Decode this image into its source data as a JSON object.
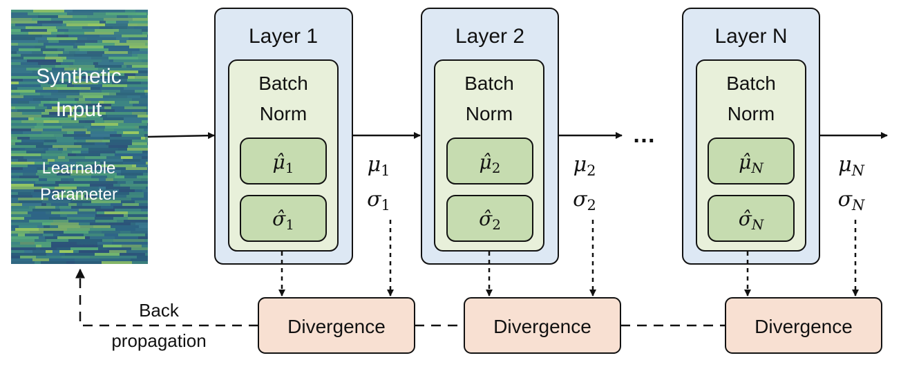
{
  "synthetic_input": {
    "title_line1": "Synthetic",
    "title_line2": "Input",
    "caption_line1": "Learnable",
    "caption_line2": "Parameter"
  },
  "layers": [
    {
      "title": "Layer 1",
      "bn_line1": "Batch",
      "bn_line2": "Norm",
      "mu_hat": "μ̂",
      "sigma_hat": "σ̂",
      "index": "1",
      "mu": "μ",
      "sigma": "σ"
    },
    {
      "title": "Layer 2",
      "bn_line1": "Batch",
      "bn_line2": "Norm",
      "mu_hat": "μ̂",
      "sigma_hat": "σ̂",
      "index": "2",
      "mu": "μ",
      "sigma": "σ"
    },
    {
      "title": "Layer N",
      "bn_line1": "Batch",
      "bn_line2": "Norm",
      "mu_hat": "μ̂",
      "sigma_hat": "σ̂",
      "index": "N",
      "mu": "μ",
      "sigma": "σ"
    }
  ],
  "ellipsis": "…",
  "divergence_label": "Divergence",
  "backprop": {
    "line1": "Back",
    "line2": "propagation"
  },
  "colors": {
    "layer_fill": "#dde8f4",
    "batchnorm_fill": "#e8f0da",
    "param_fill": "#c6dcb0",
    "divergence_fill": "#f8e0d2",
    "stroke": "#111111"
  }
}
